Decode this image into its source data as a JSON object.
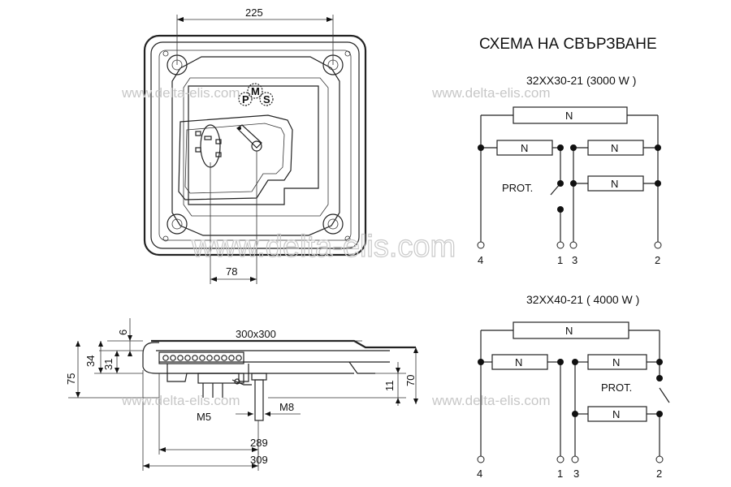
{
  "title": "СХЕМА НА СВЪРЗВАНЕ",
  "watermark": "www.delta-elis.com",
  "top_view": {
    "dim_width": "225",
    "dim_offset": "78",
    "badge_m": "M",
    "badge_p": "P",
    "badge_s": "S"
  },
  "side_view": {
    "dim_size": "300x300",
    "dim_6": "6",
    "dim_34": "34",
    "dim_31": "31",
    "dim_75": "75",
    "dim_11": "11",
    "dim_70": "70",
    "dim_289": "289",
    "dim_309": "309",
    "label_m5": "M5",
    "label_m8": "M8"
  },
  "schematics": [
    {
      "model": "32XX30-21 (3000 W )",
      "element_label": "N",
      "prot_label": "PROT.",
      "terminals": [
        "4",
        "1",
        "3",
        "2"
      ]
    },
    {
      "model": "32XX40-21 ( 4000 W )",
      "element_label": "N",
      "prot_label": "PROT.",
      "terminals": [
        "4",
        "1",
        "3",
        "2"
      ]
    }
  ]
}
